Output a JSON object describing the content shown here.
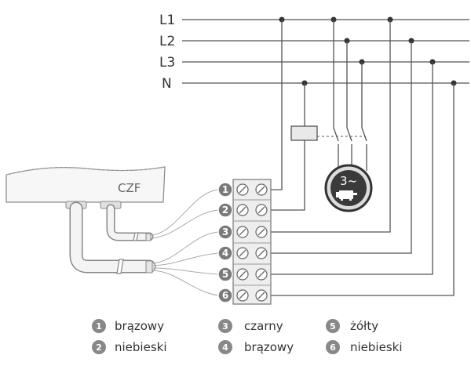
{
  "diagram": {
    "bus_labels": [
      "L1",
      "L2",
      "L3",
      "N"
    ],
    "device_label": "CZF",
    "motor_label": "3~",
    "terminal_numbers": [
      "1",
      "2",
      "3",
      "4",
      "5",
      "6"
    ]
  },
  "legend": [
    {
      "number": "1",
      "text": "brązowy"
    },
    {
      "number": "2",
      "text": "niebieski"
    },
    {
      "number": "3",
      "text": "czarny"
    },
    {
      "number": "4",
      "text": "brązowy"
    },
    {
      "number": "5",
      "text": "żółty"
    },
    {
      "number": "6",
      "text": "niebieski"
    }
  ],
  "colors": {
    "wire": "#555555",
    "badge": "#7a7a7a",
    "terminal_fill": "#eeeeee",
    "terminal_stroke": "#777777",
    "motor_ring": "#333333"
  }
}
